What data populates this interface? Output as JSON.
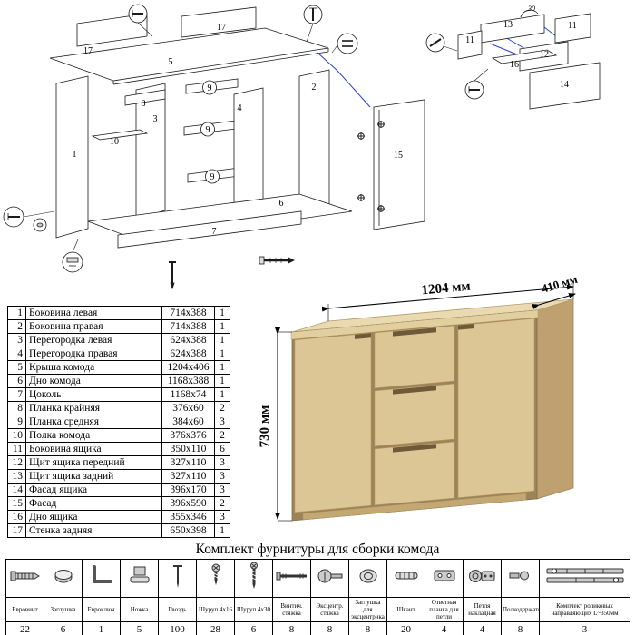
{
  "diagram": {
    "labels": [
      "17",
      "17",
      "5",
      "1",
      "8",
      "3",
      "10",
      "9",
      "9",
      "9",
      "4",
      "2",
      "6",
      "7",
      "15",
      "13",
      "11",
      "11",
      "12",
      "16",
      "14",
      "30"
    ]
  },
  "dims": {
    "width": "1204 мм",
    "depth": "410 мм",
    "height": "730 мм"
  },
  "parts": {
    "rows": [
      {
        "n": "1",
        "name": "Боковина левая",
        "size": "714x388",
        "qty": "1"
      },
      {
        "n": "2",
        "name": "Боковина правая",
        "size": "714x388",
        "qty": "1"
      },
      {
        "n": "3",
        "name": "Перегородка левая",
        "size": "624x388",
        "qty": "1"
      },
      {
        "n": "4",
        "name": "Перегородка правая",
        "size": "624x388",
        "qty": "1"
      },
      {
        "n": "5",
        "name": "Крыша комода",
        "size": "1204x406",
        "qty": "1"
      },
      {
        "n": "6",
        "name": "Дно комода",
        "size": "1168x388",
        "qty": "1"
      },
      {
        "n": "7",
        "name": "Цоколь",
        "size": "1168x74",
        "qty": "1"
      },
      {
        "n": "8",
        "name": "Планка крайняя",
        "size": "376x60",
        "qty": "2"
      },
      {
        "n": "9",
        "name": "Планка средняя",
        "size": "384x60",
        "qty": "3"
      },
      {
        "n": "10",
        "name": "Полка комода",
        "size": "376x376",
        "qty": "2"
      },
      {
        "n": "11",
        "name": "Боковина ящика",
        "size": "350x110",
        "qty": "6"
      },
      {
        "n": "12",
        "name": "Щит ящика передний",
        "size": "327x110",
        "qty": "3"
      },
      {
        "n": "13",
        "name": "Щит ящика задний",
        "size": "327x110",
        "qty": "3"
      },
      {
        "n": "14",
        "name": "Фасад ящика",
        "size": "396x170",
        "qty": "3"
      },
      {
        "n": "15",
        "name": "Фасад",
        "size": "396x590",
        "qty": "2"
      },
      {
        "n": "16",
        "name": "Дно ящика",
        "size": "355x346",
        "qty": "3"
      },
      {
        "n": "17",
        "name": "Стенка задняя",
        "size": "650x398",
        "qty": "1"
      }
    ]
  },
  "hardware": {
    "title": "Комплект фурнитуры для сборки комода",
    "items": [
      {
        "name": "Евровинт",
        "qty": "22",
        "icon": "euro-screw"
      },
      {
        "name": "Заглушка",
        "qty": "6",
        "icon": "cap"
      },
      {
        "name": "Евроключ",
        "qty": "1",
        "icon": "hex-key"
      },
      {
        "name": "Ножка",
        "qty": "5",
        "icon": "foot"
      },
      {
        "name": "Гвоздь",
        "qty": "100",
        "icon": "nail"
      },
      {
        "name": "Шуруп 4x16",
        "qty": "28",
        "icon": "screw-short"
      },
      {
        "name": "Шуруп 4x30",
        "qty": "6",
        "icon": "screw-long"
      },
      {
        "name": "Винтич. стяжка",
        "qty": "8",
        "icon": "bolt-tie"
      },
      {
        "name": "Эксцентр. стяжка",
        "qty": "8",
        "icon": "cam-lock"
      },
      {
        "name": "Заглушка для эксцентрика",
        "qty": "8",
        "icon": "cam-cap"
      },
      {
        "name": "Шкант",
        "qty": "20",
        "icon": "dowel"
      },
      {
        "name": "Ответная планка для петли",
        "qty": "4",
        "icon": "strike-plate"
      },
      {
        "name": "Петля накладная",
        "qty": "4",
        "icon": "hinge"
      },
      {
        "name": "Полкодержатель",
        "qty": "8",
        "icon": "shelf-pin"
      },
      {
        "name": "Комплект роликовых направляющих L~350мм",
        "qty": "3",
        "icon": "roller-rails"
      }
    ]
  },
  "colors": {
    "wood_front": "#d8c090",
    "wood_top": "#e9dab2",
    "wood_side": "#bfa171",
    "groove": "#6e5a39",
    "accent_blue": "#2b3fd6",
    "line": "#1a1a1a"
  }
}
